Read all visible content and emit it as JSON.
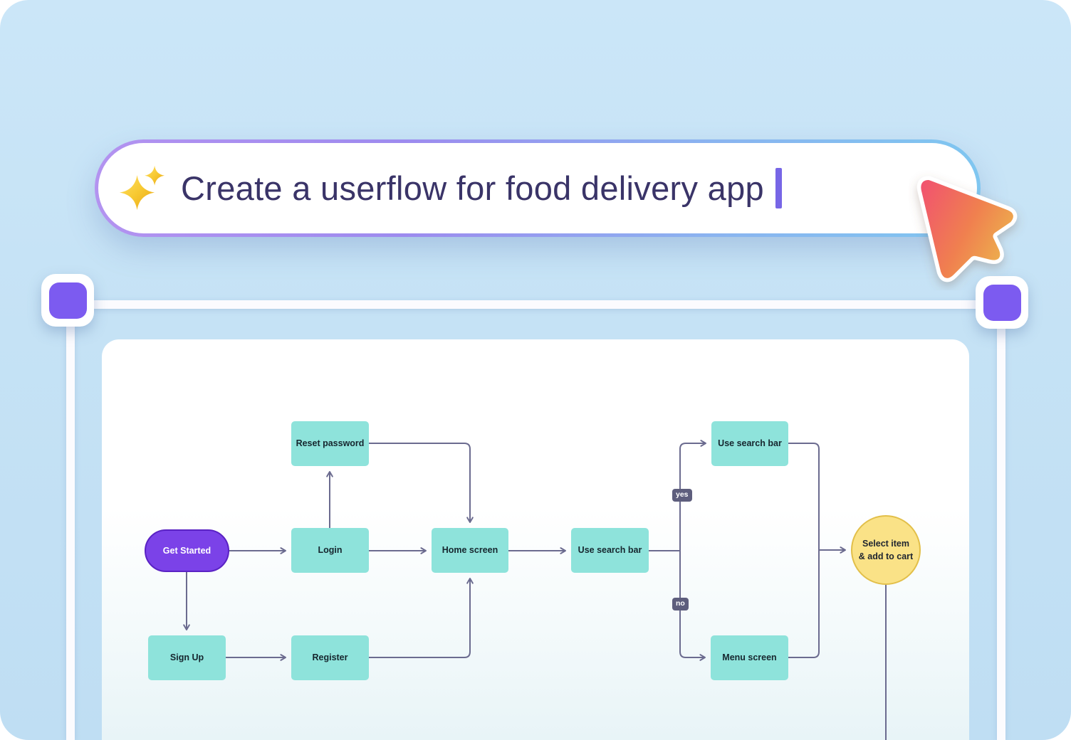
{
  "prompt": {
    "text": "Create a userflow for food delivery app"
  },
  "flowchart": {
    "nodes": [
      {
        "label": "Get Started"
      },
      {
        "label": "Login"
      },
      {
        "label": "Reset password"
      },
      {
        "label": "Sign Up"
      },
      {
        "label": "Register"
      },
      {
        "label": "Home screen"
      },
      {
        "label": "Use search bar"
      },
      {
        "label": "Use search bar"
      },
      {
        "label": "Menu screen"
      },
      {
        "label_line1": "Select item",
        "label_line2": "& add to cart"
      }
    ],
    "edge_labels": {
      "yes": "yes",
      "no": "no"
    }
  },
  "colors": {
    "background_blue": "#C5E2F5",
    "node_teal": "#8EE3DB",
    "start_purple": "#7B42E8",
    "end_yellow": "#FAE287",
    "edge_gray": "#6B6B8F",
    "handle_purple": "#7C5BF0",
    "cursor_gradient_start": "#F1536F",
    "cursor_gradient_end": "#EDAA4E",
    "prompt_border_left": "#B393F0",
    "prompt_border_right": "#7FC6F0"
  }
}
